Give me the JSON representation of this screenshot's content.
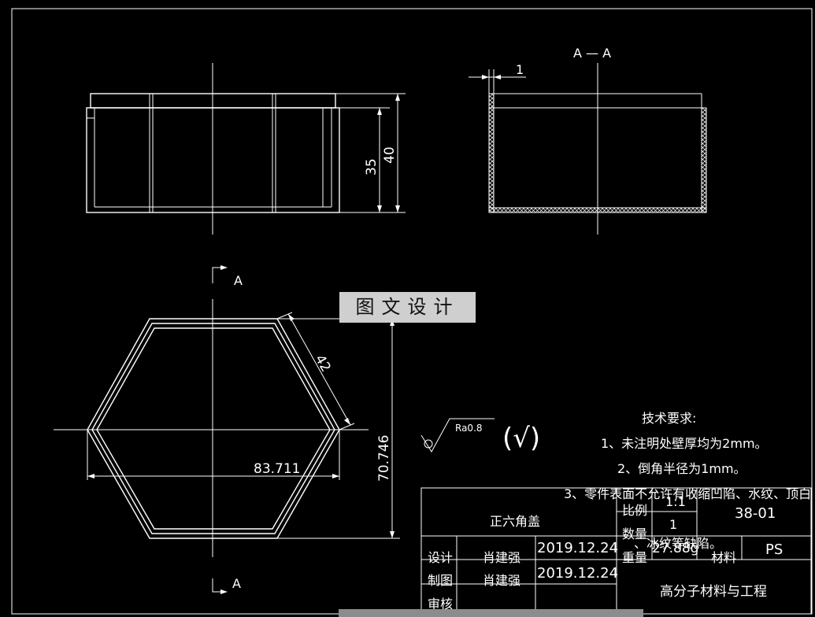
{
  "section": {
    "label": "A — A"
  },
  "section_marks": {
    "top": "A",
    "bottom": "A"
  },
  "dimensions": {
    "height_inner": "35",
    "height_outer": "40",
    "wall": "1",
    "edge": "42",
    "across_flats": "70.746",
    "across_corners": "83.711"
  },
  "roughness": {
    "value": "Ra0.8",
    "symbol": "(√)"
  },
  "watermark": "图文设计",
  "tech_requirements": {
    "title": "技术要求:",
    "items": [
      "1、未注明处壁厚均为2mm。",
      "2、倒角半径为1mm。",
      "3、零件表面不允许有收缩凹陷、水纹、顶白",
      "、冰纹等缺陷。"
    ]
  },
  "title_block": {
    "part_name": "正六角盖",
    "scale_label": "比例",
    "scale_value": "1:1",
    "quantity_label": "数量",
    "quantity_value": "1",
    "weight_label": "重量",
    "weight_value": "27.88g",
    "material_label": "材料",
    "material_value": "PS",
    "drawing_number": "38-01",
    "rows": [
      {
        "role": "设计",
        "name": "肖建强",
        "date": "2019.12.24"
      },
      {
        "role": "制图",
        "name": "肖建强",
        "date": "2019.12.24"
      },
      {
        "role": "审核",
        "name": "",
        "date": ""
      }
    ],
    "organization": "高分子材料与工程"
  }
}
